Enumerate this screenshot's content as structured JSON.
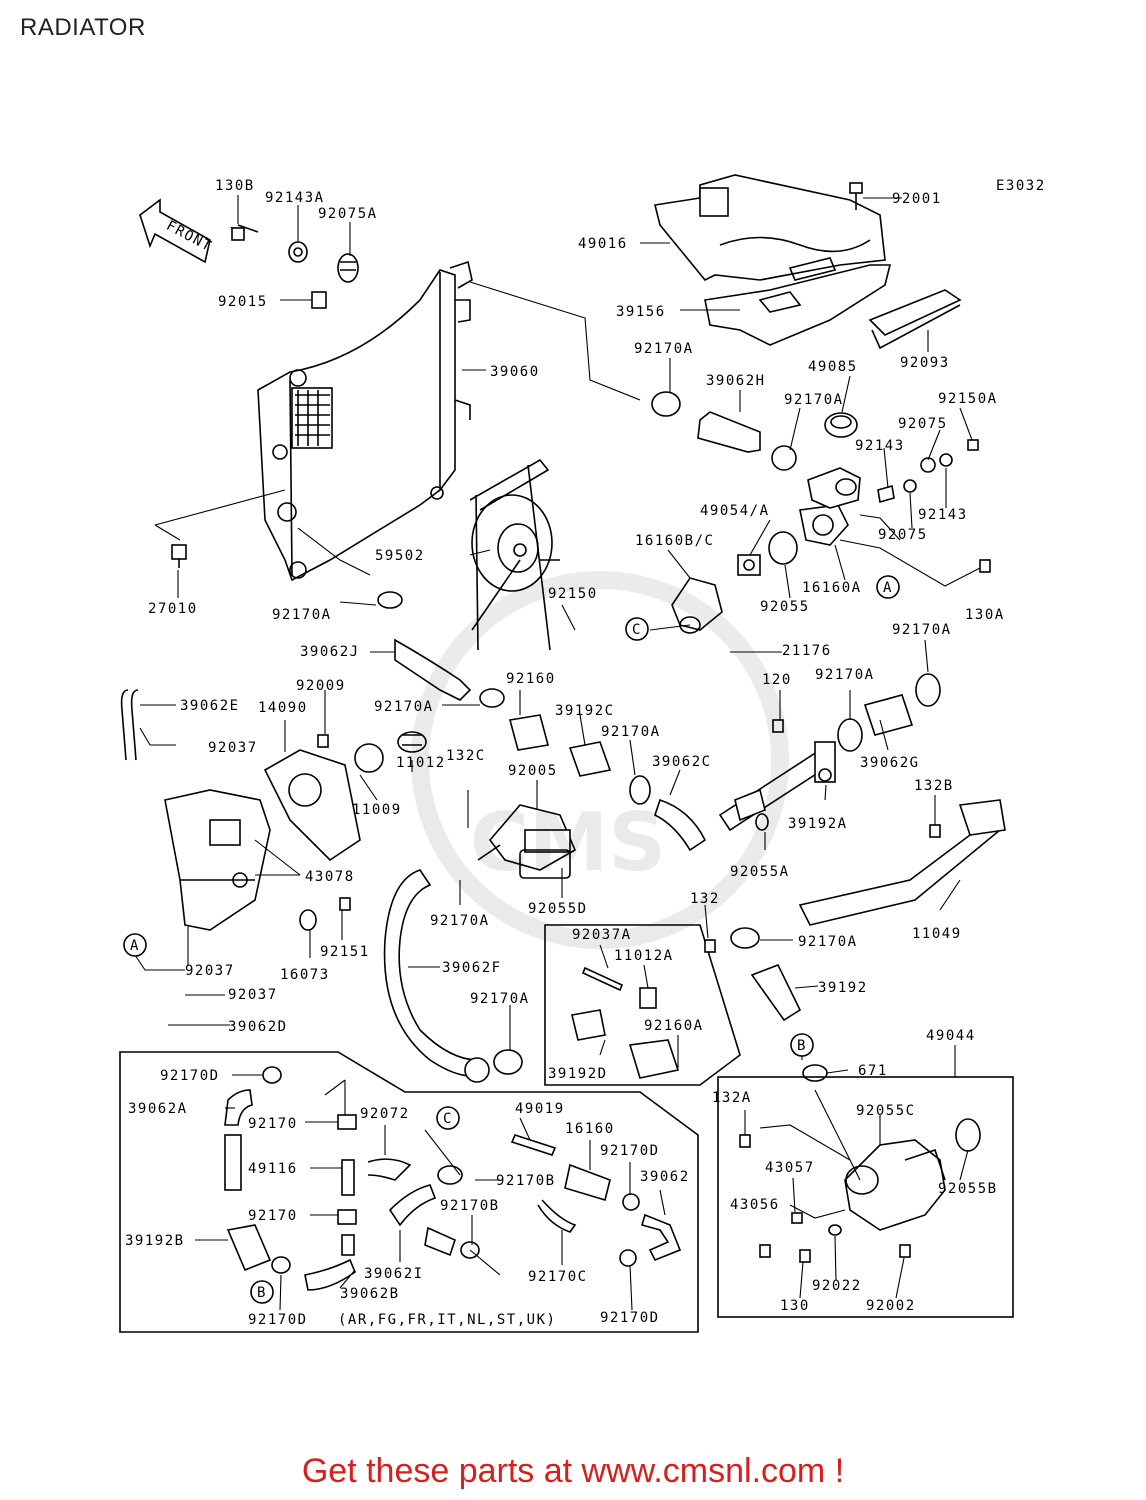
{
  "title": "RADIATOR",
  "footer_text": "Get these parts at www.cmsnl.com !",
  "diagram_code": "E3032",
  "front_arrow_label": "FRONT",
  "region_note": "(AR,FG,FR,IT,NL,ST,UK)",
  "accent_color": "#d6201e",
  "callouts": {
    "A": "A",
    "B": "B",
    "C": "C"
  },
  "labels": {
    "p130B": "130B",
    "p92143A": "92143A",
    "p92075A": "92075A",
    "p92015": "92015",
    "p92001": "92001",
    "p49016": "49016",
    "p39156": "39156",
    "p92093": "92093",
    "p39060": "39060",
    "p92170A_1": "92170A",
    "p39062H": "39062H",
    "p49085": "49085",
    "p92170A_2": "92170A",
    "p92150A": "92150A",
    "p92075": "92075",
    "p92143_1": "92143",
    "p92143_2": "92143",
    "p92075_2": "92075",
    "p49054A": "49054/A",
    "p16160BC": "16160B/C",
    "p59502": "59502",
    "p92055": "92055",
    "p16160A": "16160A",
    "p130A": "130A",
    "p27010": "27010",
    "p92170A_3": "92170A",
    "p92150": "92150",
    "p39062J": "39062J",
    "p21176": "21176",
    "p92170A_4": "92170A",
    "p92009": "92009",
    "p39062E": "39062E",
    "p14090": "14090",
    "p92160": "92160",
    "p92170A_5": "92170A",
    "p39192C": "39192C",
    "p120": "120",
    "p92170A_6": "92170A",
    "p92037_1": "92037",
    "p11012": "11012",
    "p92170A_7": "92170A",
    "p11009": "11009",
    "p132C": "132C",
    "p92005": "92005",
    "p39062C": "39062C",
    "p39062G": "39062G",
    "p39192A": "39192A",
    "p132B": "132B",
    "p43078": "43078",
    "p92055A": "92055A",
    "p92170A_8": "92170A",
    "p92055D": "92055D",
    "p132": "132",
    "p92170A_9": "92170A",
    "p11049": "11049",
    "p92151": "92151",
    "p16073": "16073",
    "p92037A": "92037A",
    "p11012A": "11012A",
    "p92037_2": "92037",
    "p39062F": "39062F",
    "p39192": "39192",
    "p92037_3": "92037",
    "p92170A_10": "92170A",
    "p92160A": "92160A",
    "p39062D": "39062D",
    "p39192D": "39192D",
    "p49044": "49044",
    "p671": "671",
    "p92170D_1": "92170D",
    "p39062A": "39062A",
    "p92170_1": "92170",
    "p92072": "92072",
    "p49019": "49019",
    "p16160": "16160",
    "p92170D_2": "92170D",
    "p132A": "132A",
    "p92055C": "92055C",
    "p49116": "49116",
    "p92170B_1": "92170B",
    "p39062": "39062",
    "p43057": "43057",
    "p92170_2": "92170",
    "p92170B_2": "92170B",
    "p92055B": "92055B",
    "p43056": "43056",
    "p39192B": "39192B",
    "p39062I": "39062I",
    "p92170C": "92170C",
    "p39062B": "39062B",
    "p92022": "92022",
    "p130": "130",
    "p92002": "92002",
    "p92170D_3": "92170D",
    "p92170D_4": "92170D"
  }
}
